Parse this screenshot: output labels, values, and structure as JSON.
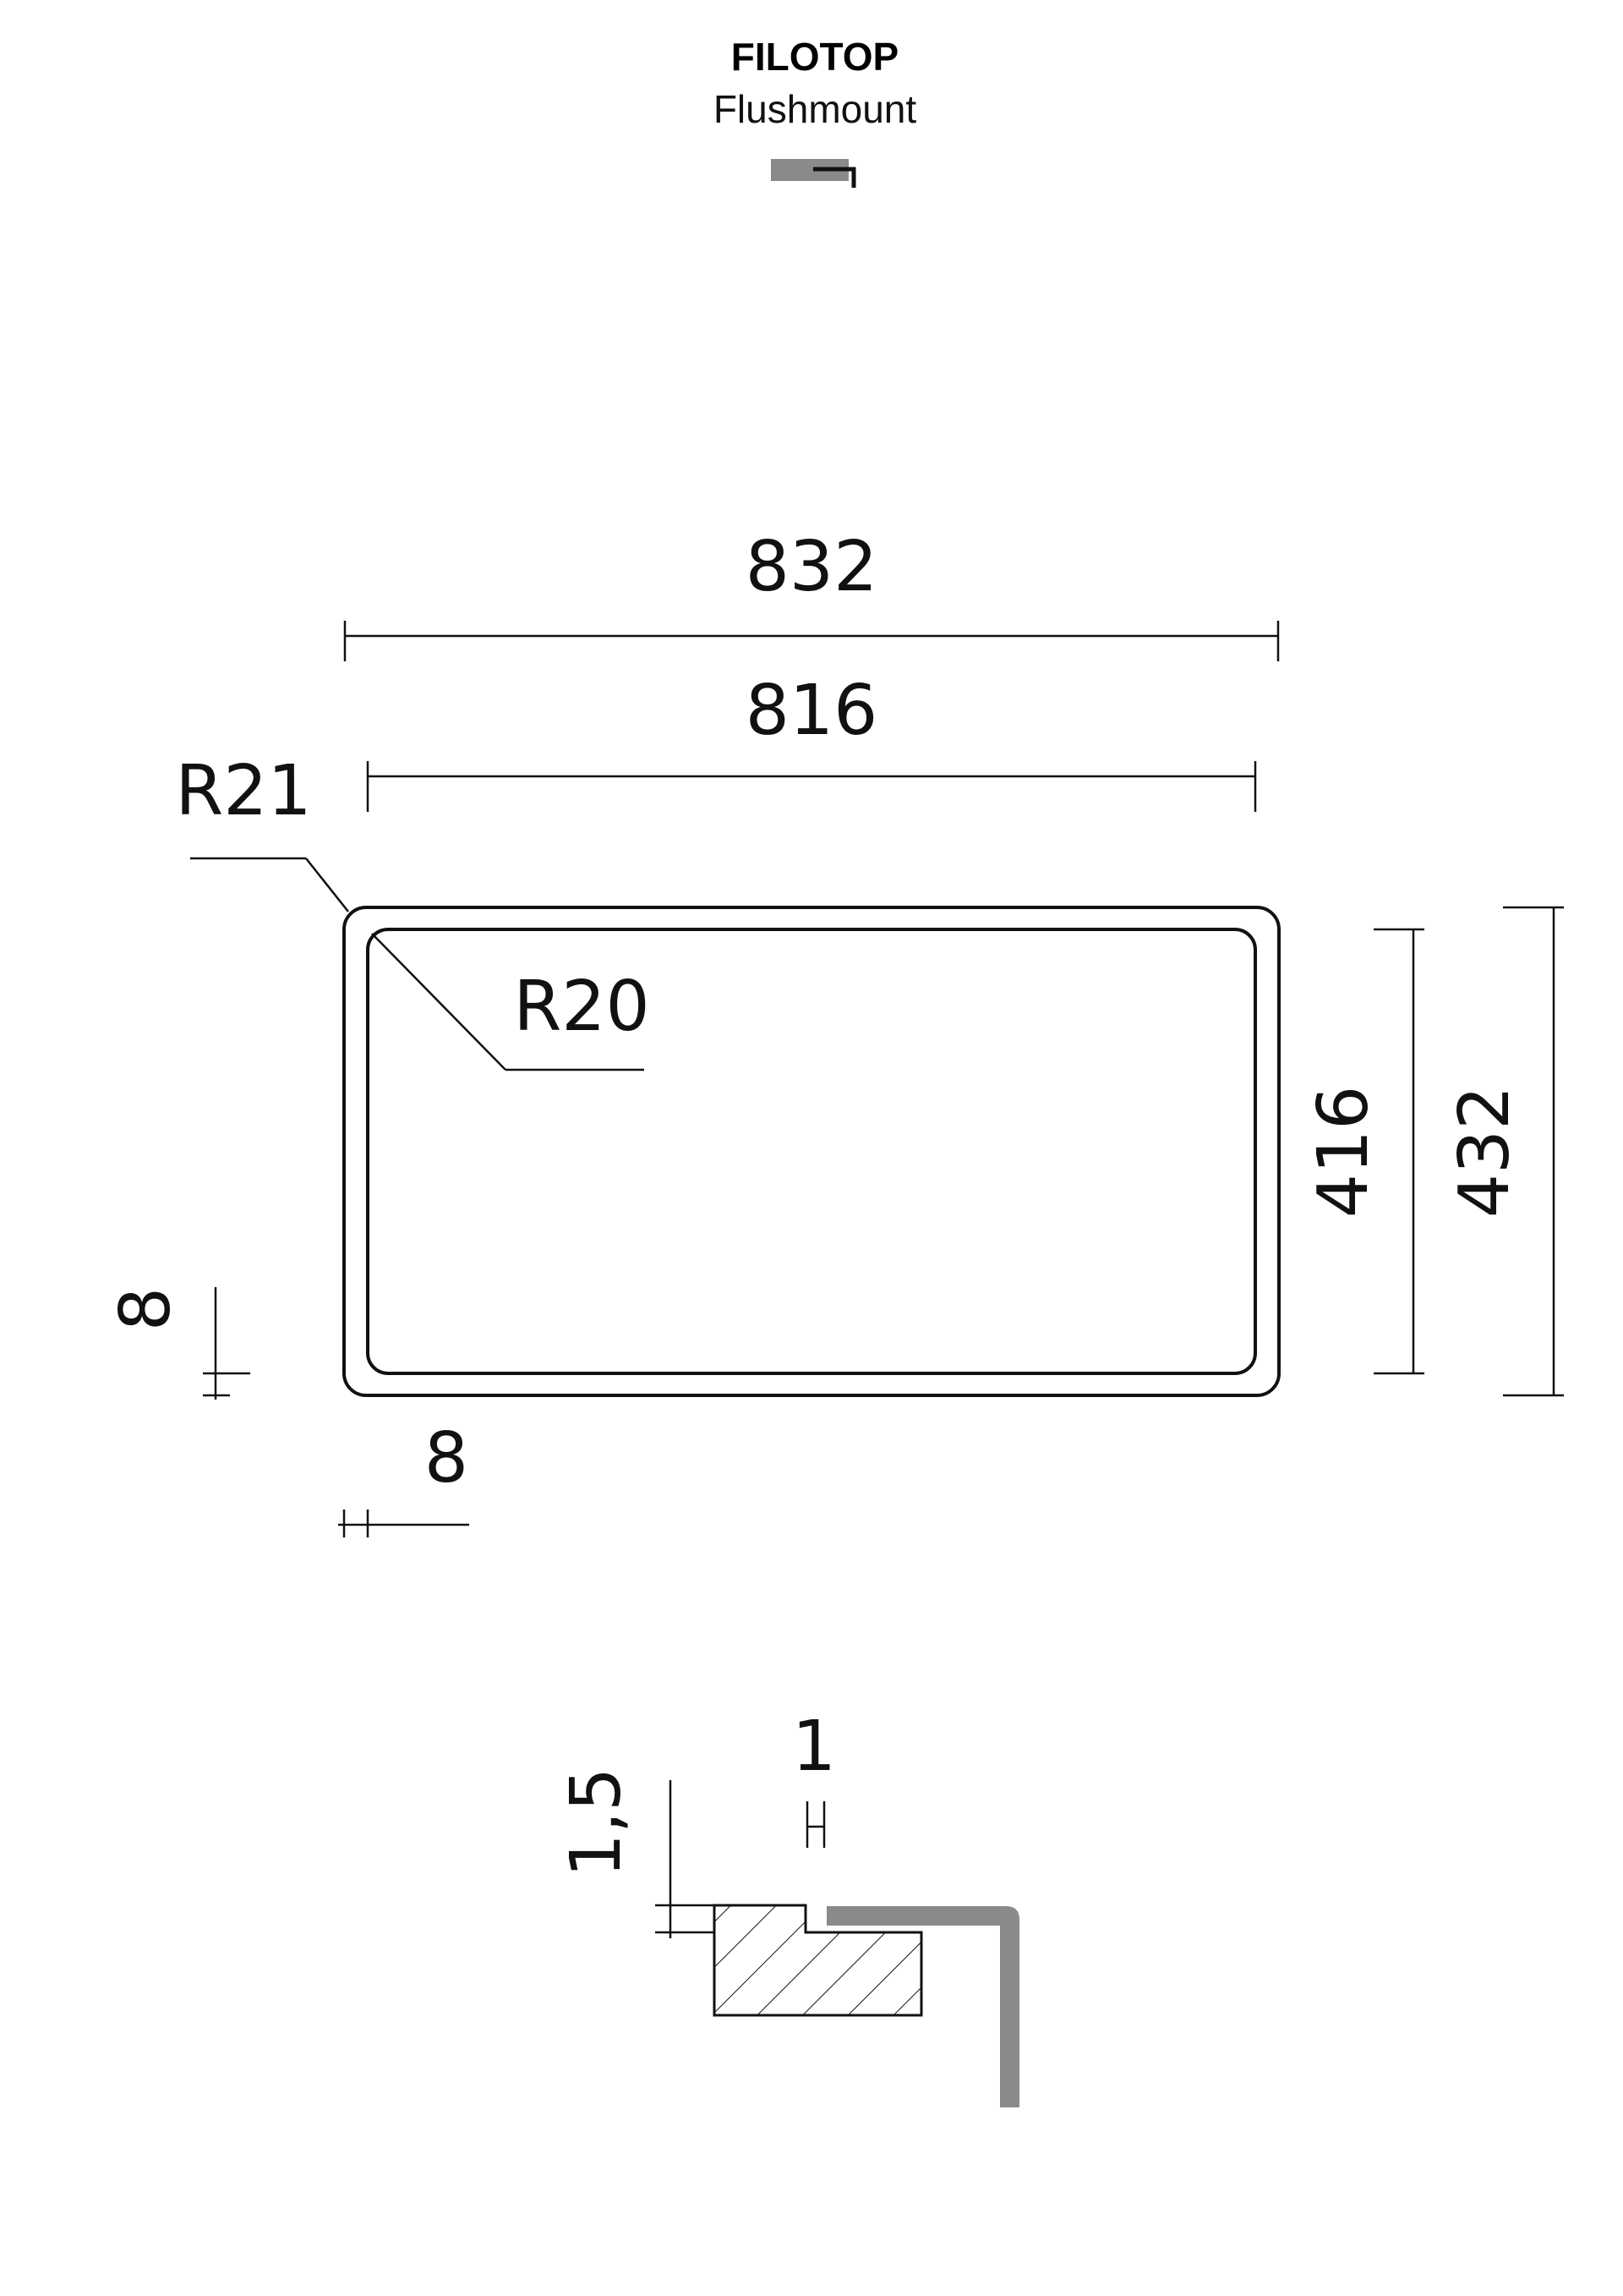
{
  "header": {
    "title": "FILOTOP",
    "subtitle": "Flushmount"
  },
  "dimensions": {
    "outer_width": "832",
    "inner_width": "816",
    "outer_height": "432",
    "inner_height": "416",
    "outer_radius": "R21",
    "inner_radius": "R20",
    "border_vertical": "8",
    "border_horizontal": "8"
  },
  "section_detail": {
    "step_width": "1",
    "step_height": "1,5"
  },
  "colors": {
    "line": "#111111",
    "profile_gray": "#8a8a8a"
  }
}
